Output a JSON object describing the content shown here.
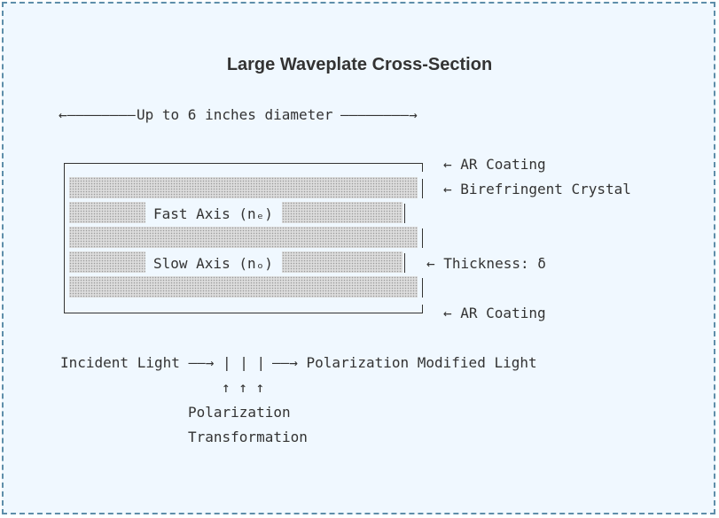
{
  "diagram": {
    "title": "Large Waveplate Cross-Section",
    "diameter": {
      "left_arrow": "←————————",
      "label": "Up to 6 inches diameter",
      "right_arrow": "————————→"
    },
    "plate": {
      "fast_axis": "Fast Axis (nₑ)",
      "slow_axis": "Slow Axis (nₒ)"
    },
    "annotations": {
      "top_coating": "← AR Coating",
      "crystal": "← Birefringent Crystal",
      "thickness": "← Thickness: δ",
      "bottom_coating": "← AR Coating"
    },
    "light_path": {
      "incident": "Incident Light ——→",
      "bars": "| | |",
      "output": "——→ Polarization Modified Light",
      "up_arrows": "↑ ↑ ↑",
      "transform_line1": "Polarization",
      "transform_line2": "Transformation"
    }
  }
}
